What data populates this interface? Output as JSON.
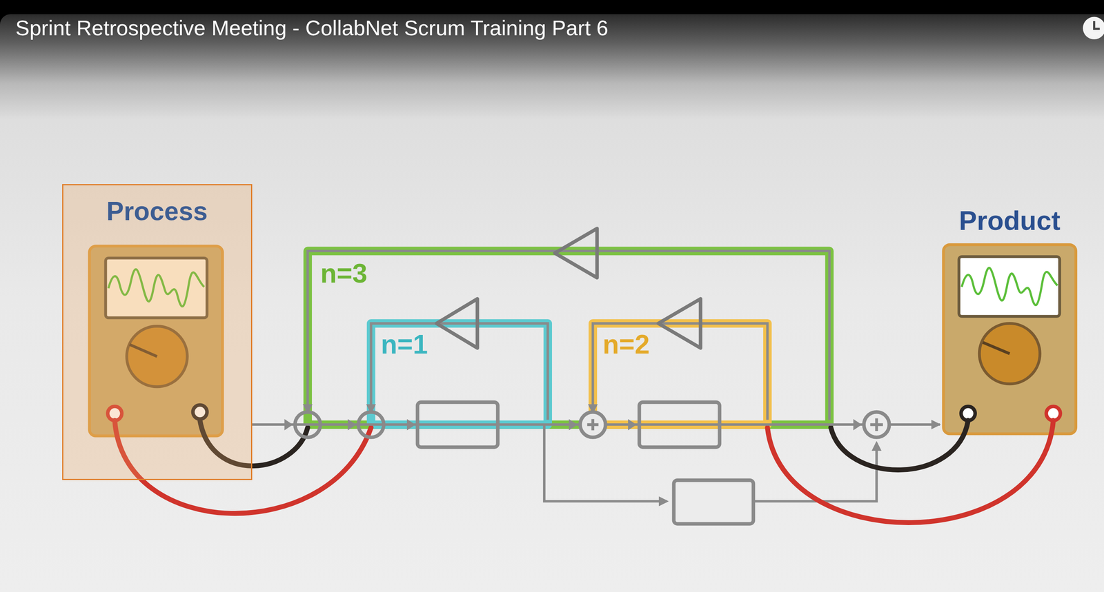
{
  "diagram": {
    "title": "Sprint Retrospective Meeting - CollabNet Scrum Training Part 6",
    "nodes": [
      {
        "text": [
          "Process"
        ]
      },
      {
        "text": [
          "Product"
        ]
      }
    ],
    "edges": [
      {
        "from": 0,
        "to": 1,
        "arrow": "to"
      }
    ],
    "labels": [
      "n=3",
      "n=1",
      "n=2"
    ]
  }
}
